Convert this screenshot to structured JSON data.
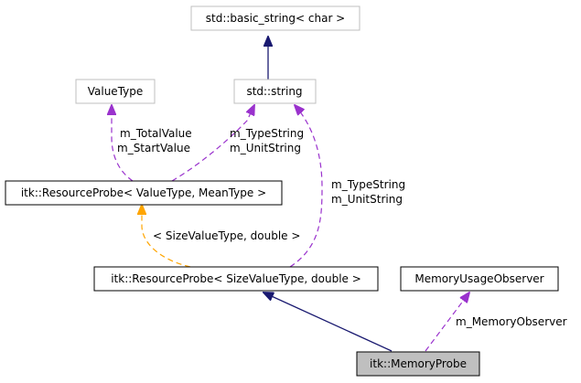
{
  "diagram": {
    "nodes": {
      "basic_string": "std::basic_string< char >",
      "value_type": "ValueType",
      "std_string": "std::string",
      "resource_probe_template": "itk::ResourceProbe< ValueType, MeanType >",
      "resource_probe_instance": "itk::ResourceProbe< SizeValueType, double >",
      "memory_usage_observer": "MemoryUsageObserver",
      "memory_probe": "itk::MemoryProbe"
    },
    "edges": {
      "total_value": "m_TotalValue",
      "start_value": "m_StartValue",
      "type_string_left": "m_TypeString",
      "unit_string_left": "m_UnitString",
      "type_string_right": "m_TypeString",
      "unit_string_right": "m_UnitString",
      "template_args": "< SizeValueType, double >",
      "memory_observer": "m_MemoryObserver"
    },
    "colors": {
      "inheritance": "#191970",
      "usage": "#9a32cd",
      "template_instance": "#ffa500",
      "external_node_border": "#bfbfbf",
      "node_border": "#000000",
      "highlighted_node_fill": "#bfbfbf"
    }
  }
}
